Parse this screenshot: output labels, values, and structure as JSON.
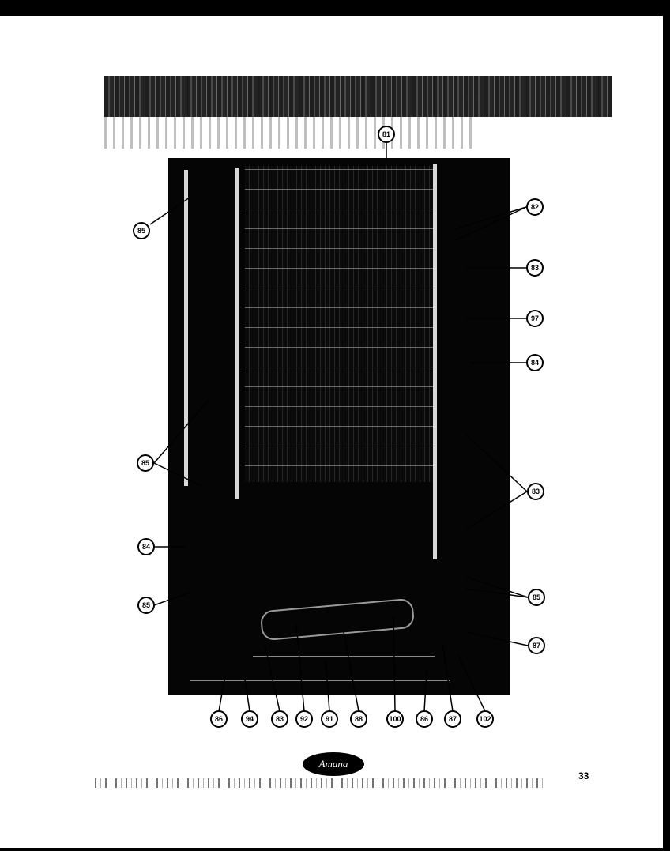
{
  "document": {
    "page_number": "33",
    "logo_text": "Amana"
  },
  "callouts": [
    {
      "id": "c-top",
      "label": "81"
    },
    {
      "id": "c-r1",
      "label": "82"
    },
    {
      "id": "c-r2",
      "label": "83"
    },
    {
      "id": "c-r3",
      "label": "97"
    },
    {
      "id": "c-r4",
      "label": "84"
    },
    {
      "id": "c-r5",
      "label": "83"
    },
    {
      "id": "c-r6",
      "label": "85"
    },
    {
      "id": "c-r7",
      "label": "87"
    },
    {
      "id": "c-l1",
      "label": "85"
    },
    {
      "id": "c-l2",
      "label": "85"
    },
    {
      "id": "c-l3",
      "label": "84"
    },
    {
      "id": "c-l4",
      "label": "85"
    },
    {
      "id": "c-b1",
      "label": "86"
    },
    {
      "id": "c-b2",
      "label": "94"
    },
    {
      "id": "c-b3",
      "label": "83"
    },
    {
      "id": "c-b4",
      "label": "92"
    },
    {
      "id": "c-b5",
      "label": "91"
    },
    {
      "id": "c-b6",
      "label": "88"
    },
    {
      "id": "c-b7",
      "label": "100"
    },
    {
      "id": "c-b8",
      "label": "86"
    },
    {
      "id": "c-b9",
      "label": "87"
    },
    {
      "id": "c-b10",
      "label": "102"
    }
  ]
}
